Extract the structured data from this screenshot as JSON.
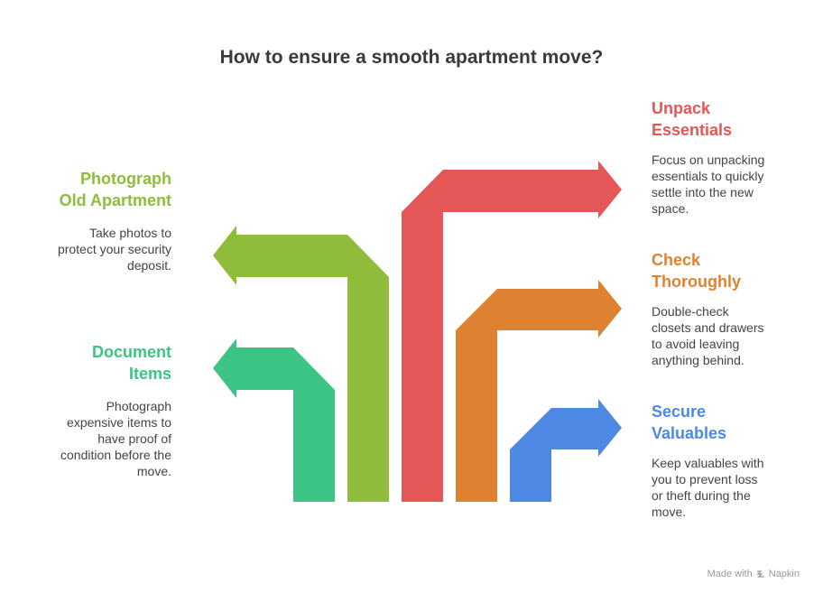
{
  "title": "How to ensure a smooth apartment move?",
  "steps": {
    "photograph": {
      "heading": [
        "Photograph",
        "Old Apartment"
      ],
      "description": [
        "Take photos to",
        "protect your security",
        "deposit."
      ],
      "color": "#8FBC3A"
    },
    "document": {
      "heading": [
        "Document",
        "Items"
      ],
      "description": [
        "Photograph",
        "expensive items to",
        "have proof of",
        "condition before the",
        "move."
      ],
      "color": "#3CC484"
    },
    "unpack": {
      "heading": [
        "Unpack",
        "Essentials"
      ],
      "description": [
        "Focus on unpacking",
        "essentials to quickly",
        "settle into the new",
        "space."
      ],
      "color": "#E55656"
    },
    "check": {
      "heading": [
        "Check",
        "Thoroughly"
      ],
      "description": [
        "Double-check",
        "closets and drawers",
        "to avoid leaving",
        "anything behind."
      ],
      "color": "#DE8231"
    },
    "secure": {
      "heading": [
        "Secure",
        "Valuables"
      ],
      "description": [
        "Keep valuables with",
        "you to prevent loss",
        "or theft during the",
        "move."
      ],
      "color": "#4D89E4"
    }
  },
  "footer": {
    "made_with": "Made with",
    "brand": "Napkin"
  }
}
